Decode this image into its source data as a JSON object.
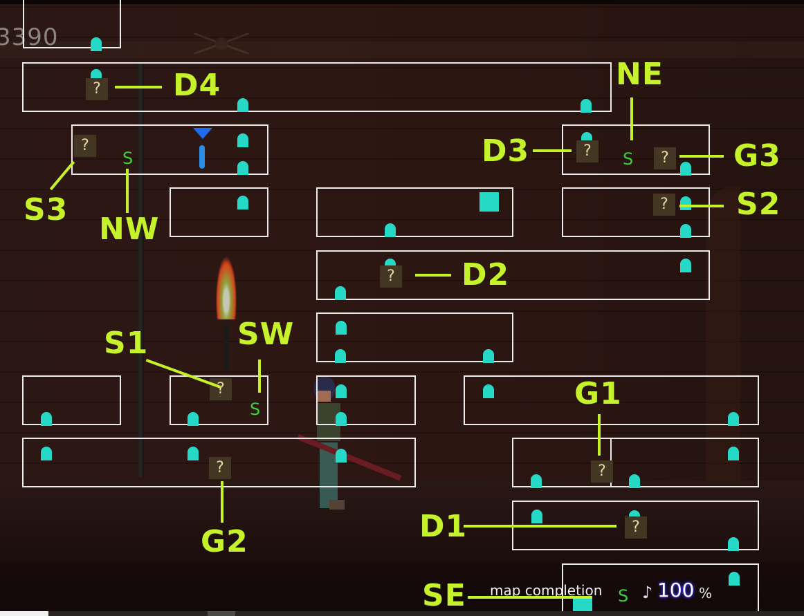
{
  "hud": {
    "score": "3390",
    "completion_label": "map completion",
    "completion_value": "100",
    "completion_unit": "%",
    "note_icon": "music-note-icon"
  },
  "map": {
    "room_border_color": "#ececec",
    "door_color": "#26d9c6",
    "secret_marker": "?",
    "save_marker": "S",
    "save_marker_color": "#3fcf3a",
    "player_marker_color": "#1d6cf0"
  },
  "annotations": {
    "color": "#c5f22a",
    "labels": {
      "d1": "D1",
      "d2": "D2",
      "d3": "D3",
      "d4": "D4",
      "g1": "G1",
      "g2": "G2",
      "g3": "G3",
      "s1": "S1",
      "s2": "S2",
      "s3": "S3",
      "ne": "NE",
      "nw": "NW",
      "se": "SE",
      "sw": "SW"
    }
  }
}
